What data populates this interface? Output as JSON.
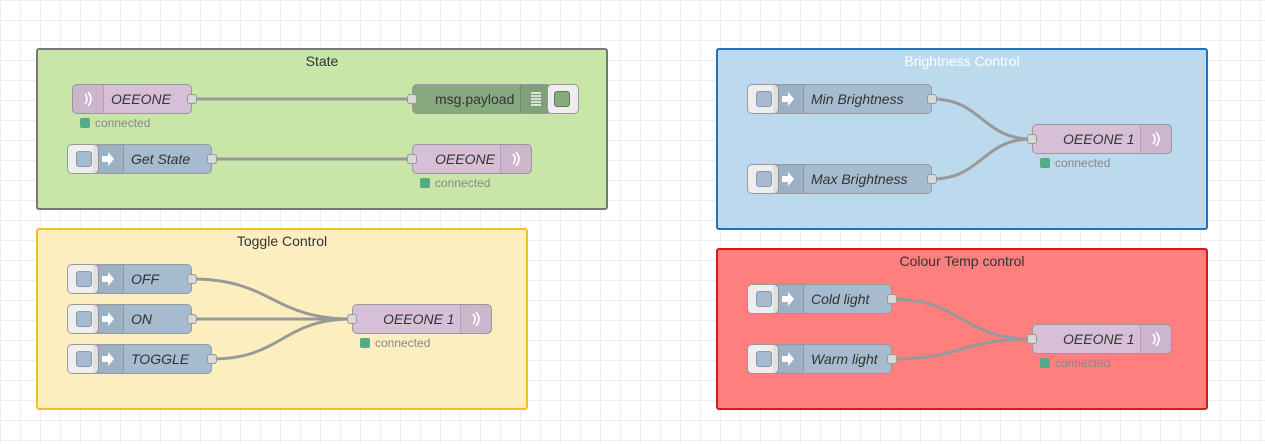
{
  "colors": {
    "inject_node": "#a6bbcf",
    "mqtt_node": "#d8bfd8",
    "debug_node": "#87a980",
    "status_connected": "#55aa88",
    "group_state_fill": "#c8e6a8",
    "group_state_border": "#777777",
    "group_toggle_fill": "#fdeec0",
    "group_toggle_border": "#f2be2a",
    "group_brightness_fill": "#bcd9ee",
    "group_brightness_border": "#1e73be",
    "group_colour_fill": "#ff7f7f",
    "group_colour_border": "#d51818"
  },
  "groups": {
    "state": "State",
    "toggle": "Toggle Control",
    "brightness": "Brightness Control",
    "colour": "Colour Temp control"
  },
  "nodes": {
    "state_mqtt_in": "OEEONE",
    "state_debug": "msg.payload",
    "state_get": "Get State",
    "state_mqtt_out": "OEEONE",
    "toggle_off": "OFF",
    "toggle_on": "ON",
    "toggle_toggle": "TOGGLE",
    "toggle_mqtt_out": "OEEONE 1",
    "brightness_min": "Min Brightness",
    "brightness_max": "Max Brightness",
    "brightness_mqtt_out": "OEEONE 1",
    "colour_cold": "Cold light",
    "colour_warm": "Warm light",
    "colour_mqtt_out": "OEEONE 1"
  },
  "status": {
    "state_mqtt_in": "connected",
    "state_mqtt_out": "connected",
    "toggle_mqtt_out": "connected",
    "brightness_mqtt_out": "connected",
    "colour_mqtt_out": "connected"
  },
  "icons": {
    "inject": "inject-arrow-icon",
    "mqtt": "mqtt-signal-icon",
    "debug": "debug-list-icon"
  }
}
